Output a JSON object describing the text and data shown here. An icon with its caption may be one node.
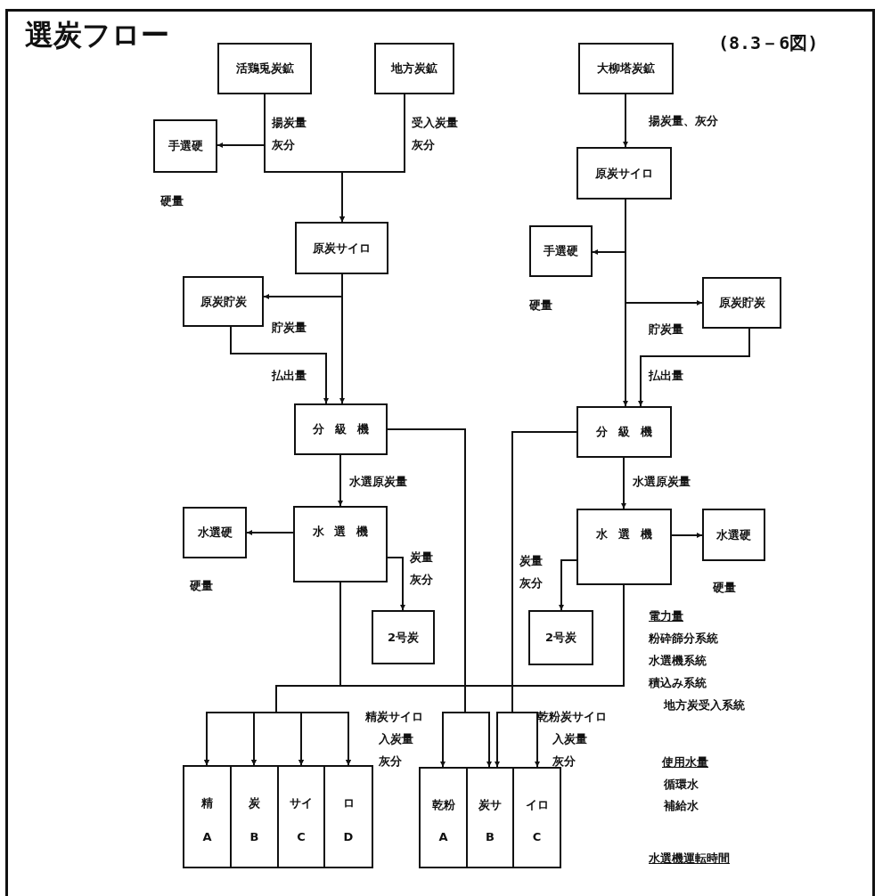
{
  "diagram": {
    "title": "選炭フロー",
    "nodes": [
      {
        "text": [
          "活鶏兎炭鉱"
        ]
      },
      {
        "text": [
          "地方炭鉱"
        ]
      },
      {
        "text": [
          "大柳塔炭鉱"
        ]
      },
      {
        "text": [
          "手選硬"
        ],
        "beside": [
          "硬量"
        ]
      },
      {
        "text": [
          "原炭サイロ"
        ]
      },
      {
        "text": [
          "原炭サイロ"
        ]
      },
      {
        "text": [
          "手選硬"
        ],
        "beside": [
          "硬量"
        ]
      },
      {
        "text": [
          "原炭貯炭"
        ],
        "beside": [
          "貯炭量"
        ]
      },
      {
        "text": [
          "原炭貯炭"
        ],
        "beside": [
          "貯炭量"
        ]
      },
      {
        "text": [
          "分級機"
        ]
      },
      {
        "text": [
          "分級機"
        ]
      },
      {
        "text": [
          "水選硬"
        ],
        "beside": [
          "硬量"
        ]
      },
      {
        "text": [
          "水選機"
        ]
      },
      {
        "text": [
          "水選機"
        ]
      },
      {
        "text": [
          "水選硬"
        ],
        "beside": [
          "硬量"
        ]
      },
      {
        "text": [
          "2号炭"
        ]
      },
      {
        "text": [
          "2号炭"
        ]
      },
      {
        "text": [
          "精",
          "A"
        ]
      },
      {
        "text": [
          "炭",
          "B"
        ]
      },
      {
        "text": [
          "サイ",
          "C"
        ]
      },
      {
        "text": [
          "ロ",
          "D"
        ]
      },
      {
        "text": [
          "乾粉",
          "A"
        ]
      },
      {
        "text": [
          "炭サ",
          "B"
        ]
      },
      {
        "text": [
          "イロ",
          "C"
        ]
      }
    ],
    "edges": [
      {
        "from": 0,
        "to": 4,
        "arrow": "to",
        "label": "揚炭量灰分"
      },
      {
        "from": 1,
        "to": 4,
        "arrow": "to",
        "label": "受入炭量灰分"
      },
      {
        "from": 0,
        "to": 3,
        "arrow": "to"
      },
      {
        "from": 2,
        "to": 5,
        "arrow": "to",
        "label": "揚炭量、灰分"
      },
      {
        "from": 4,
        "to": 7,
        "arrow": "to"
      },
      {
        "from": 4,
        "to": 9,
        "arrow": "to"
      },
      {
        "from": 7,
        "to": 9,
        "arrow": "to",
        "label": "払出量"
      },
      {
        "from": 5,
        "to": 6,
        "arrow": "to"
      },
      {
        "from": 5,
        "to": 8,
        "arrow": "to"
      },
      {
        "from": 5,
        "to": 10,
        "arrow": "to"
      },
      {
        "from": 8,
        "to": 10,
        "arrow": "to",
        "label": "払出量"
      },
      {
        "from": 9,
        "to": 12,
        "arrow": "to",
        "label": "水選原炭量"
      },
      {
        "from": 10,
        "to": 13,
        "arrow": "to",
        "label": "水選原炭量"
      },
      {
        "from": 12,
        "to": 11,
        "arrow": "to"
      },
      {
        "from": 13,
        "to": 14,
        "arrow": "to"
      },
      {
        "from": 12,
        "to": 15,
        "arrow": "to",
        "label": "炭量灰分"
      },
      {
        "from": 13,
        "to": 16,
        "arrow": "to",
        "label": "炭量灰分"
      },
      {
        "from": 12,
        "to": 17,
        "arrow": "to"
      },
      {
        "from": 12,
        "to": 18,
        "arrow": "to"
      },
      {
        "from": 12,
        "to": 19,
        "arrow": "to"
      },
      {
        "from": 12,
        "to": 20,
        "arrow": "to"
      },
      {
        "from": 13,
        "to": 17,
        "arrow": "to"
      },
      {
        "from": 13,
        "to": 18,
        "arrow": "to"
      },
      {
        "from": 13,
        "to": 19,
        "arrow": "to"
      },
      {
        "from": 13,
        "to": 20,
        "arrow": "to"
      },
      {
        "from": 9,
        "to": 21,
        "arrow": "to"
      },
      {
        "from": 9,
        "to": 22,
        "arrow": "to"
      },
      {
        "from": 10,
        "to": 22,
        "arrow": "to"
      },
      {
        "from": 10,
        "to": 23,
        "arrow": "to"
      }
    ],
    "labels": [
      "(8.3－6図)",
      "精炭サイロ",
      "入炭量",
      "灰分",
      "乾粉炭サイロ",
      "入炭量",
      "灰分",
      "電力量",
      "粉砕篩分系統",
      "水選機系統",
      "積込み系統",
      "地方炭受入系統",
      "使用水量",
      "循環水",
      "補給水",
      "水選機運転時間"
    ]
  }
}
